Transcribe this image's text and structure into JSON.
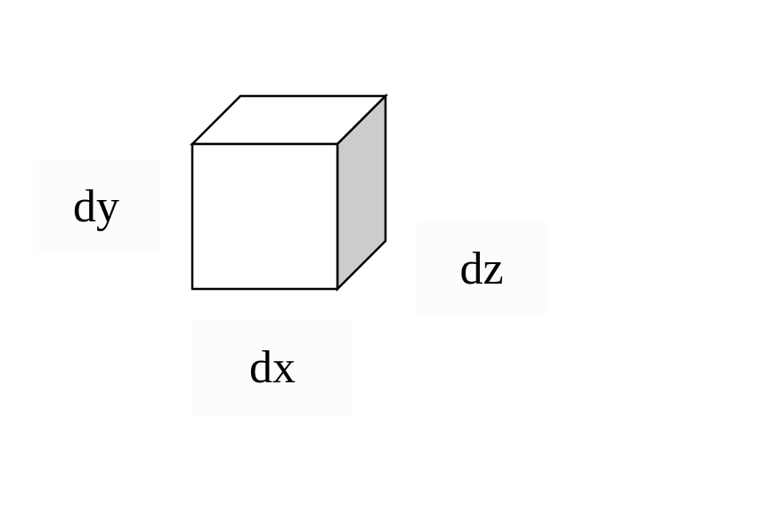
{
  "labels": {
    "dy": "dy",
    "dx": "dx",
    "dz": "dz"
  },
  "colors": {
    "stroke": "#000000",
    "front_face": "#ffffff",
    "top_face": "#ffffff",
    "side_face": "#cccccc",
    "label_background": "#fcfcfc"
  }
}
